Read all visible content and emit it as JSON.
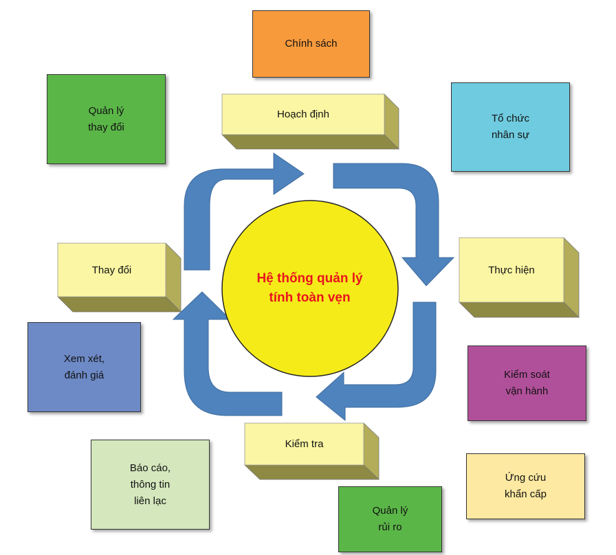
{
  "center": {
    "label": "Hệ thống quản lý\ntính toàn vẹn"
  },
  "cycle": {
    "top": "Hoạch định",
    "right": "Thực hiện",
    "bottom": "Kiểm tra",
    "left": "Thay đổi"
  },
  "elements": {
    "chinh_sach": "Chính sách",
    "to_chuc_nhan_su": "Tổ chức\nnhân sự",
    "kiem_soat_van_hanh": "Kiểm soát\nvận hành",
    "ung_cuu_khan_cap": "Ứng cứu\nkhẩn cấp",
    "quan_ly_rui_ro": "Quản lý\nrủi ro",
    "bao_cao_thong_tin": "Báo cáo,\nthông tin\nliên lạc",
    "xem_xet_danh_gia": "Xem xét,\nđánh giá",
    "quan_ly_thay_doi": "Quản lý\nthay đổi"
  },
  "colors": {
    "orange": "#f79a3c",
    "cyan": "#6fcbdf",
    "purple": "#b1509a",
    "light_yellow": "#fde9a2",
    "green": "#5bb648",
    "light_green": "#d4e7bd",
    "blue": "#6d8ac6",
    "cube_face": "#fbf6a3",
    "cube_side": "#b3ad5a",
    "arrow": "#4f83bd",
    "circle": "#f5eb19",
    "center_text": "#e8141d"
  }
}
